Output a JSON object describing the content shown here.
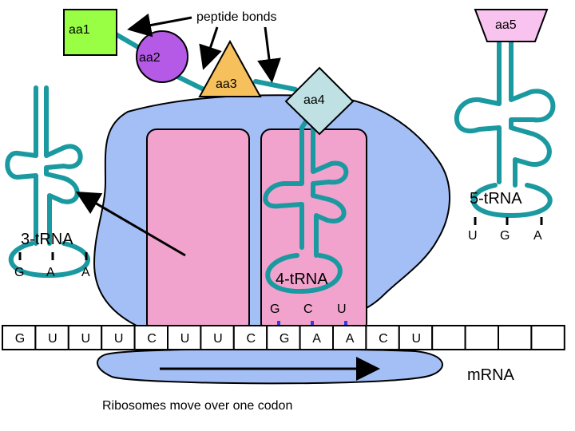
{
  "title": "peptide bonds",
  "amino_acids": {
    "aa1": "aa1",
    "aa2": "aa2",
    "aa3": "aa3",
    "aa4": "aa4",
    "aa5": "aa5"
  },
  "trnas": {
    "trna3": {
      "label": "3-tRNA",
      "anticodon": [
        "G",
        "A",
        "A"
      ]
    },
    "trna4": {
      "label": "4-tRNA",
      "anticodon": [
        "G",
        "C",
        "U"
      ]
    },
    "trna5": {
      "label": "5-tRNA",
      "anticodon": [
        "U",
        "G",
        "A"
      ]
    }
  },
  "mrna": {
    "label": "mRNA",
    "bases": [
      "G",
      "U",
      "U",
      "U",
      "C",
      "U",
      "U",
      "C",
      "G",
      "A",
      "A",
      "C",
      "U"
    ]
  },
  "caption": "Ribosomes move over one codon",
  "colors": {
    "ribosome": "#a4bff5",
    "site": "#f2a3cd",
    "trna": "#1a9aa0",
    "aa1": "#99ff44",
    "aa2": "#b45ae6",
    "aa3": "#f6c05c",
    "aa4": "#bfe1e4",
    "aa5": "#f9c3f0"
  }
}
